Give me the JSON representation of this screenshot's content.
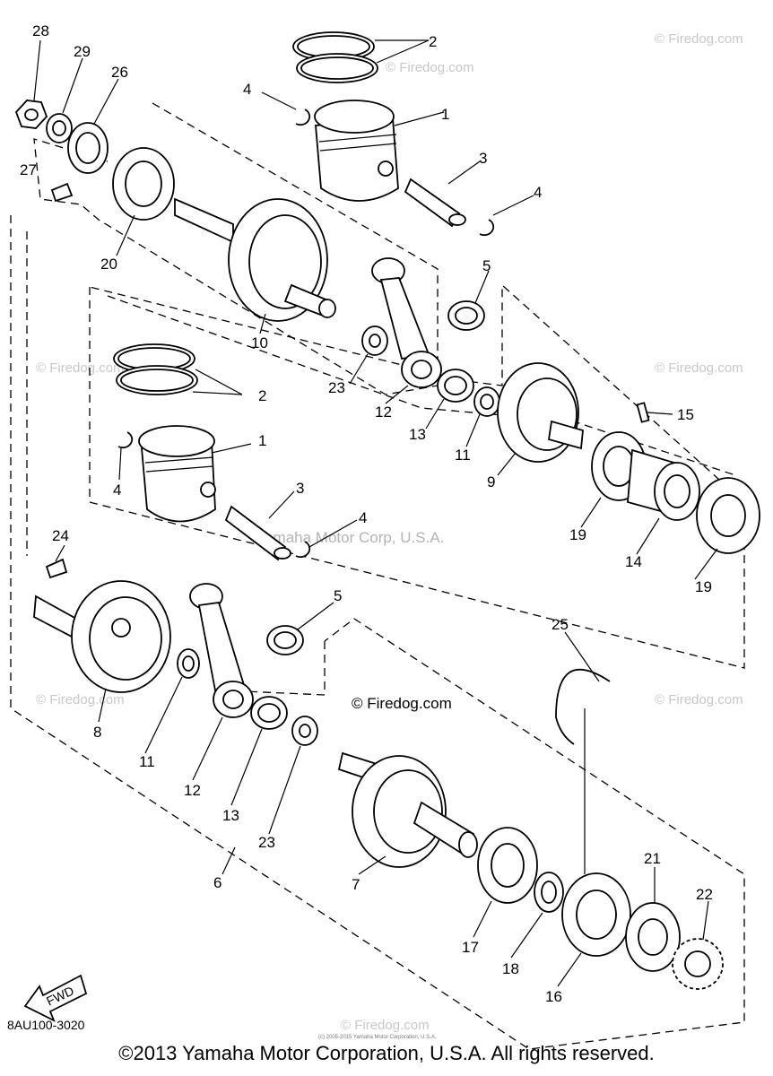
{
  "diagram": {
    "callouts": {
      "c1a": "1",
      "c1b": "1",
      "c2a": "2",
      "c2b": "2",
      "c3a": "3",
      "c3b": "3",
      "c4a": "4",
      "c4b": "4",
      "c4c": "4",
      "c4d": "4",
      "c5a": "5",
      "c5b": "5",
      "c6": "6",
      "c7": "7",
      "c8": "8",
      "c9": "9",
      "c10": "10",
      "c11a": "11",
      "c11b": "11",
      "c12a": "12",
      "c12b": "12",
      "c13a": "13",
      "c13b": "13",
      "c14": "14",
      "c15": "15",
      "c16": "16",
      "c17": "17",
      "c18": "18",
      "c19a": "19",
      "c19b": "19",
      "c20": "20",
      "c21": "21",
      "c22": "22",
      "c23a": "23",
      "c23b": "23",
      "c24": "24",
      "c25": "25",
      "c26": "26",
      "c27": "27",
      "c28": "28",
      "c29": "29"
    },
    "fwd_label": "FWD",
    "diagram_code": "8AU100-3020",
    "watermark_mid": "Yamaha Motor Corp, U.S.A.",
    "watermark_site": "© Firedog.com",
    "watermark_small": "© Firedog.com",
    "tiny_copyright": "(c) 2005-2015 Yamaha Motor Corporation, U.S.A."
  },
  "footer": {
    "copyright": "©2013 Yamaha Motor Corporation, U.S.A. All rights reserved."
  }
}
